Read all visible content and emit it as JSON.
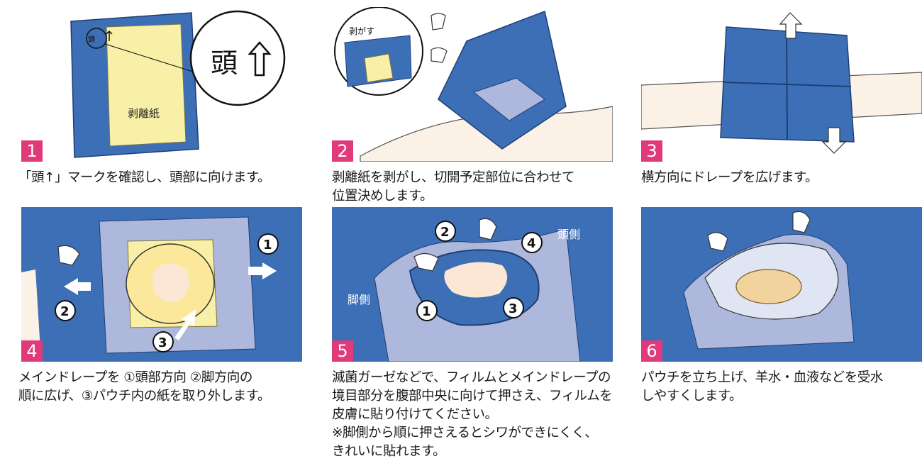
{
  "steps": [
    {
      "number": "1",
      "caption": "「頭↑」マークを確認し、頭部に向けます。",
      "labels": {
        "zoom": "頭",
        "small": "頭",
        "paper": "剥離紙"
      }
    },
    {
      "number": "2",
      "caption": "剥離紙を剥がし、切開予定部位に合わせて\n位置決めします。",
      "labels": {
        "peel": "剥がす"
      }
    },
    {
      "number": "3",
      "caption": "横方向にドレープを広げます。",
      "labels": {}
    },
    {
      "number": "4",
      "caption": "メインドレープを ①頭部方向 ②脚方向の\n順に広げ、③パウチ内の紙を取り外します。",
      "labels": {
        "c1": "1",
        "c2": "2",
        "c3": "3"
      }
    },
    {
      "number": "5",
      "caption": "滅菌ガーゼなどで、フィルムとメインドレープの\n境目部分を腹部中央に向けて押さえ、フィルムを\n皮膚に貼り付けてください。\n※脚側から順に押さえるとシワができにくく、\nきれいに貼れます。",
      "labels": {
        "head": "頭側",
        "foot": "脚側",
        "c1": "1",
        "c2": "2",
        "c3": "3",
        "c4": "4"
      }
    },
    {
      "number": "6",
      "caption": "パウチを立ち上げ、羊水・血液などを受水\nしやすくします。",
      "labels": {}
    }
  ],
  "colors": {
    "drape": "#3d6fb6",
    "drapeDark": "#2c5596",
    "film": "#aeb8dd",
    "paper": "#f8f0a6",
    "skin": "#f6dcc4",
    "accent": "#e03a7a"
  }
}
